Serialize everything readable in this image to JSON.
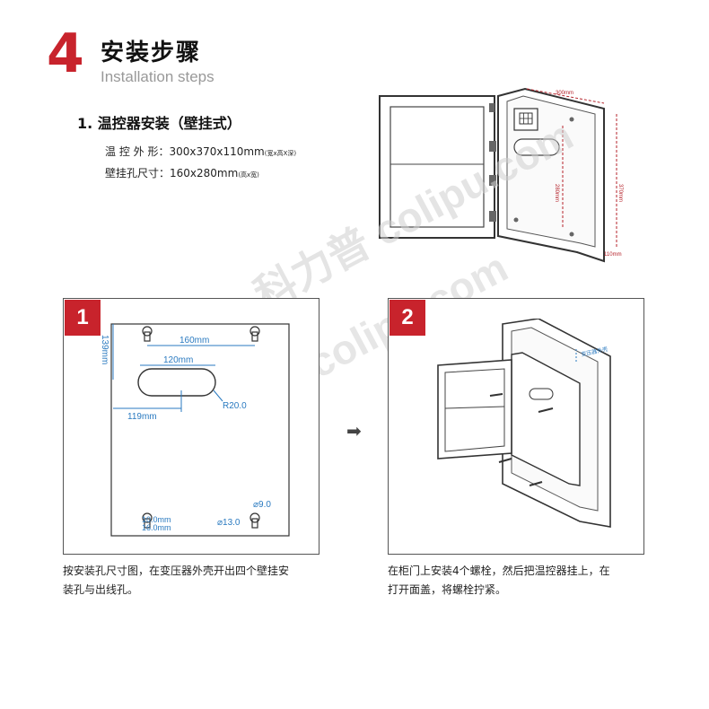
{
  "header": {
    "step_number": "4",
    "title_cn": "安装步骤",
    "title_en": "Installation steps"
  },
  "section": {
    "title": "1. 温控器安装（壁挂式）",
    "spec1_label": "温 控 外 形：",
    "spec1_value": "300x370x110mm",
    "spec1_note": "(宽x高X深)",
    "spec2_label": "壁挂孔尺寸：",
    "spec2_value": "160x280mm",
    "spec2_note": "(高x宽)"
  },
  "top_diagram": {
    "dim_width": "300mm",
    "dim_height": "370mm",
    "dim_hole": "280mm",
    "dim_depth": "110mm"
  },
  "panel1": {
    "badge": "1",
    "dim_160": "160mm",
    "dim_139": "139mm",
    "dim_120": "120mm",
    "dim_119": "119mm",
    "dim_r20": "R20.0",
    "dim_phi9": "⌀9.0",
    "dim_phi13": "⌀13.0",
    "dim_10a": "10.0mm",
    "dim_10b": "16.0mm",
    "caption_line1": "按安装孔尺寸图，在变压器外壳开出四个壁挂安",
    "caption_line2": "装孔与出线孔。"
  },
  "panel2": {
    "badge": "2",
    "label_box": "变压器外壳",
    "caption_line1": "在柜门上安装4个螺栓，然后把温控器挂上，在",
    "caption_line2": "打开面盖，将螺栓拧紧。"
  },
  "watermark": {
    "line1": "科力普 colipu.com",
    "line2": "www.colipu.com"
  },
  "colors": {
    "accent": "#c8232c",
    "dim_line": "#b5232b"
  }
}
